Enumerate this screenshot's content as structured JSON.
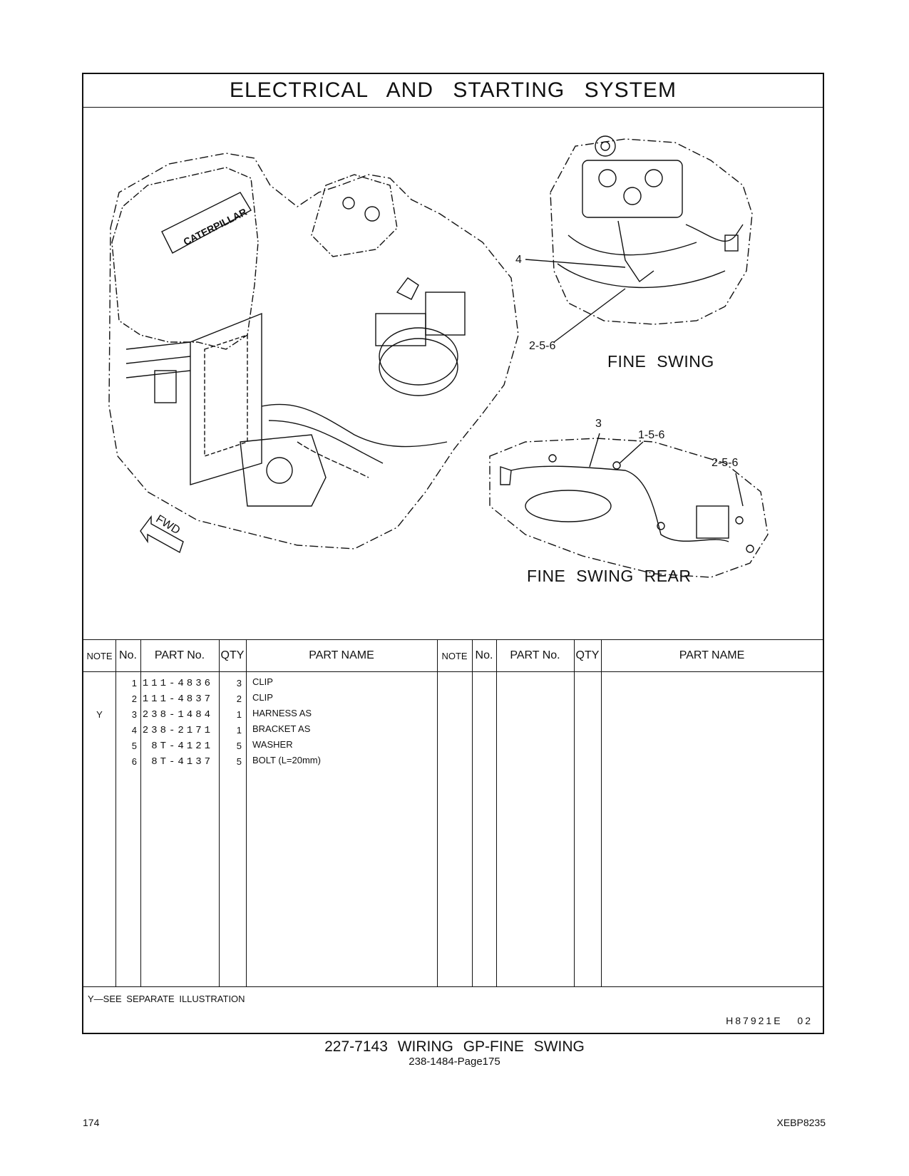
{
  "section_title": "ELECTRICAL AND STARTING SYSTEM",
  "illustration": {
    "captions": {
      "fine_swing": "FINE SWING",
      "fine_swing_rear": "FINE SWING REAR",
      "fwd": "FWD"
    },
    "callouts": {
      "c4": "4",
      "c256_top": "2-5-6",
      "c3": "3",
      "c156": "1-5-6",
      "c256_rear": "2-5-6"
    }
  },
  "table": {
    "headers": {
      "note": "NOTE",
      "no": "No.",
      "part_no": "PART No.",
      "qty": "QTY",
      "part_name": "PART NAME"
    },
    "rows": [
      {
        "note": "",
        "no": "1",
        "part_no": "111-4836",
        "qty": "3",
        "name": "CLIP"
      },
      {
        "note": "",
        "no": "2",
        "part_no": "111-4837",
        "qty": "2",
        "name": "CLIP"
      },
      {
        "note": "Y",
        "no": "3",
        "part_no": "238-1484",
        "qty": "1",
        "name": "HARNESS AS"
      },
      {
        "note": "",
        "no": "4",
        "part_no": "238-2171",
        "qty": "1",
        "name": "BRACKET AS"
      },
      {
        "note": "",
        "no": "5",
        "part_no": "8T-4121",
        "qty": "5",
        "name": "WASHER"
      },
      {
        "note": "",
        "no": "6",
        "part_no": "8T-4137",
        "qty": "5",
        "name": "BOLT (L=20mm)"
      }
    ]
  },
  "footnote": "Y—SEE SEPARATE ILLUSTRATION",
  "illustration_code": "H87921E  02",
  "group_title": "227-7143 WIRING GP-FINE SWING",
  "group_subtitle": "238-1484-Page175",
  "page_number": "174",
  "doc_number": "XEBP8235"
}
